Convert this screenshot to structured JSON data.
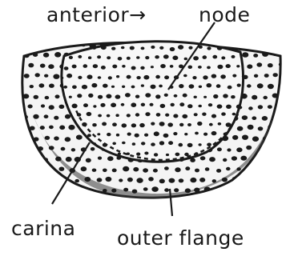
{
  "labels": {
    "anterior": "anterior→",
    "node": "node",
    "carina": "carina",
    "outer_flange": "outer flange"
  },
  "colors": {
    "ink": "#1a1a1a",
    "paper": "#ffffff"
  }
}
